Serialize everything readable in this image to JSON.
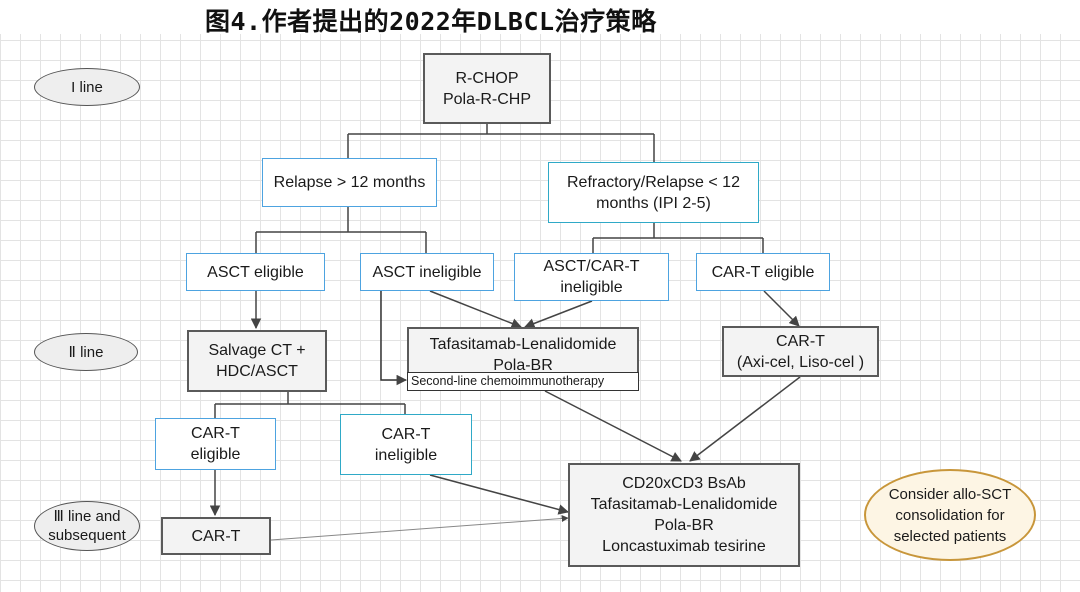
{
  "title": "图4.作者提出的2022年DLBCL治疗策略",
  "lines": {
    "first": "I line",
    "second": "Ⅱ line",
    "third": [
      "Ⅲ line and",
      "subsequent"
    ]
  },
  "first_line": [
    "R-CHOP",
    "Pola-R-CHP"
  ],
  "relapse_late": "Relapse > 12 months",
  "refractory": [
    "Refractory/Relapse < 12",
    "months (IPI 2-5)"
  ],
  "asct_eligible": "ASCT eligible",
  "asct_ineligible": "ASCT ineligible",
  "asct_cart_ineligible": [
    "ASCT/CAR-T",
    "ineligible"
  ],
  "cart_eligible": "CAR-T eligible",
  "salvage": [
    "Salvage CT +",
    "HDC/ASCT"
  ],
  "tafa_box": [
    "Tafasitamab-Lenalidomide",
    "Pola-BR"
  ],
  "second_line_chemo": "Second-line chemoimmunotherapy",
  "cart_box": [
    "CAR-T",
    "(Axi-cel, Liso-cel )"
  ],
  "cart_eligible2": [
    "CAR-T",
    "eligible"
  ],
  "cart_ineligible2": [
    "CAR-T",
    "ineligible"
  ],
  "cart_third": "CAR-T",
  "final_box": [
    "CD20xCD3 BsAb",
    "Tafasitamab-Lenalidomide",
    "Pola-BR",
    "Loncastuximab tesirine"
  ],
  "allo_sct": [
    "Consider allo-SCT",
    "consolidation for",
    "selected patients"
  ]
}
